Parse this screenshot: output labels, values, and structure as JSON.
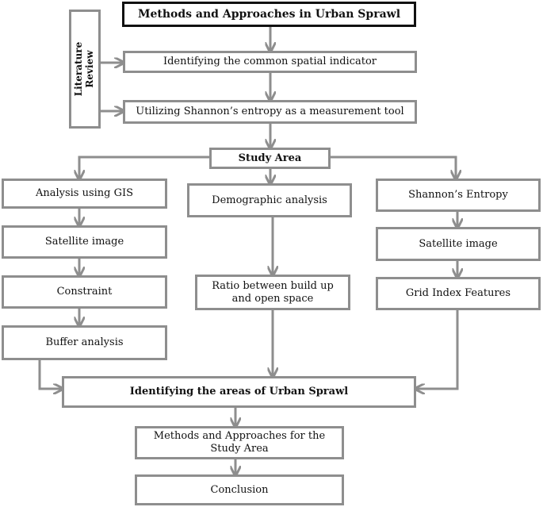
{
  "title": "Methods and Approaches in Urban Sprawl",
  "literature_review": "Literature\nReview",
  "step_indicator": "Identifying the common spatial indicator",
  "step_shannon": "Utilizing Shannon’s entropy as a measurement tool",
  "study_area": "Study Area",
  "left": {
    "analysis_gis": "Analysis using GIS",
    "satellite": "Satellite image",
    "constraint": "Constraint",
    "buffer": "Buffer analysis"
  },
  "middle": {
    "demographic": "Demographic analysis",
    "ratio": "Ratio between build up and open space"
  },
  "right": {
    "entropy": "Shannon’s Entropy",
    "satellite": "Satellite image",
    "grid": "Grid Index Features"
  },
  "identifying_areas": "Identifying the areas of Urban Sprawl",
  "methods_study_area": "Methods and Approaches for the Study Area",
  "conclusion": "Conclusion",
  "colors": {
    "box_border": "#8e8e8e",
    "title_border": "#111111",
    "arrow": "#8e8e8e"
  }
}
